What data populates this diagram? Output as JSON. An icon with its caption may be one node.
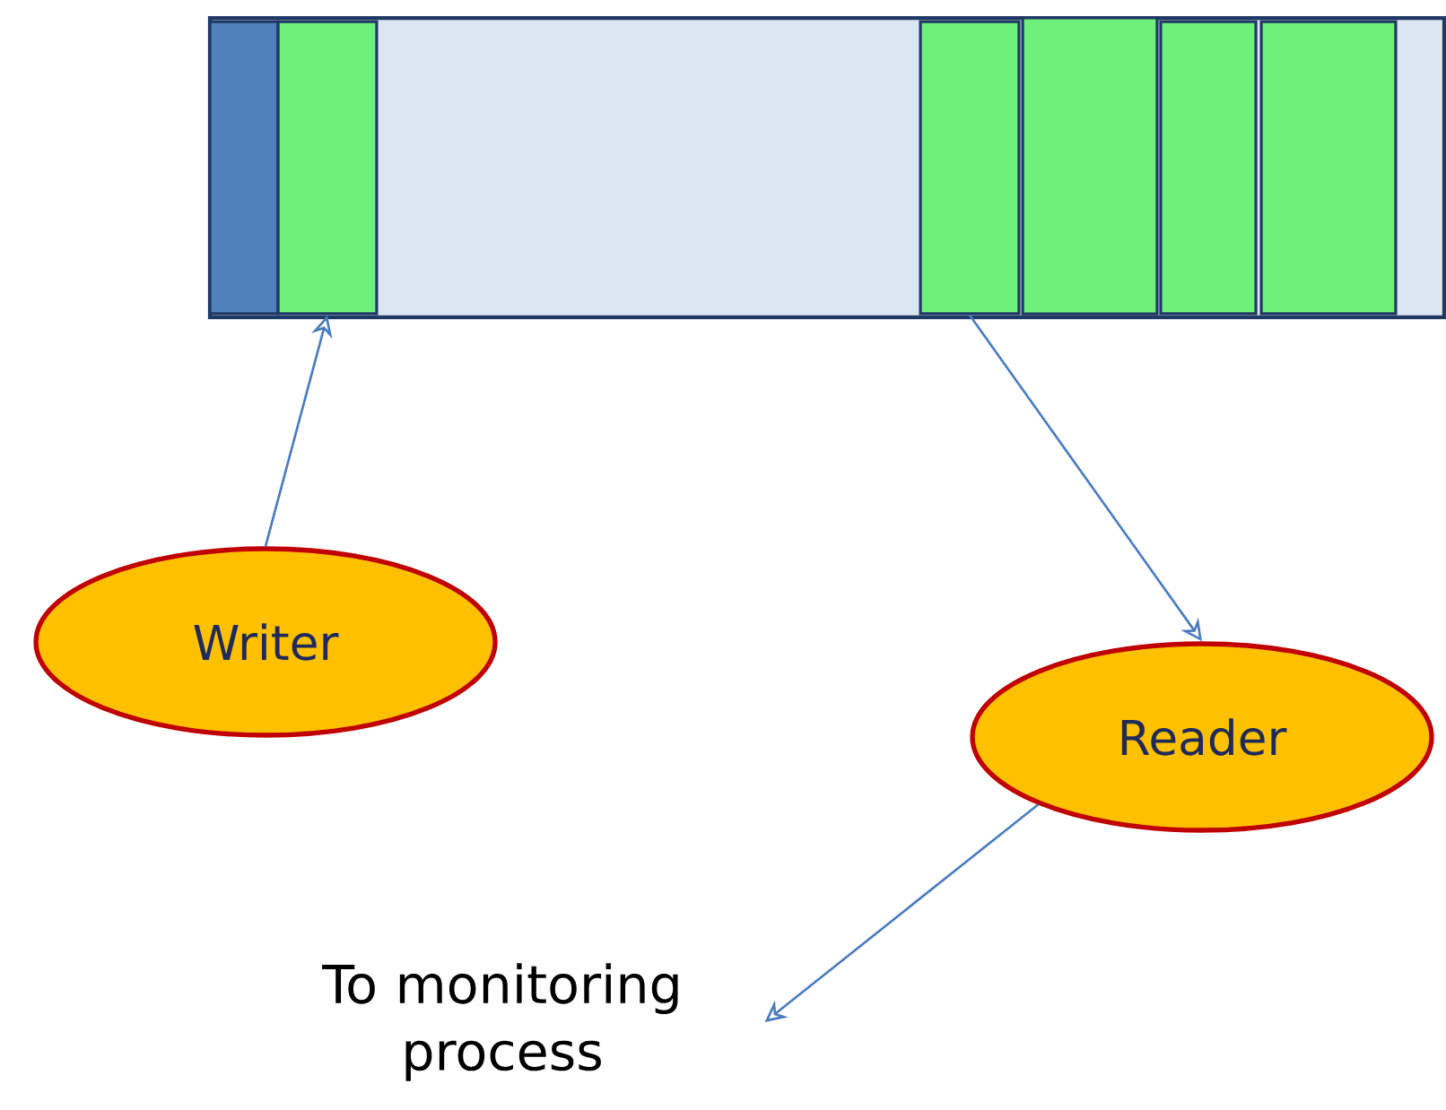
{
  "diagram": {
    "nodes": [
      {
        "text": [],
        "shape": "box"
      },
      {
        "text": [],
        "shape": "box",
        "in": 0
      },
      {
        "text": [],
        "shape": "box",
        "in": 0
      },
      {
        "text": [],
        "shape": "box",
        "in": 0
      },
      {
        "text": [],
        "shape": "box",
        "in": 0
      },
      {
        "text": [],
        "shape": "box",
        "in": 0
      },
      {
        "text": [],
        "shape": "box",
        "in": 0
      },
      {
        "text": [
          "Writer"
        ]
      },
      {
        "text": [
          "Reader"
        ]
      },
      {
        "text": [
          "To monitoring process"
        ]
      }
    ],
    "edges": [
      {
        "from": 7,
        "to": 2,
        "arrow": "to"
      },
      {
        "from": 3,
        "to": 8,
        "arrow": "to"
      },
      {
        "from": 8,
        "to": 9,
        "arrow": "to"
      }
    ]
  }
}
